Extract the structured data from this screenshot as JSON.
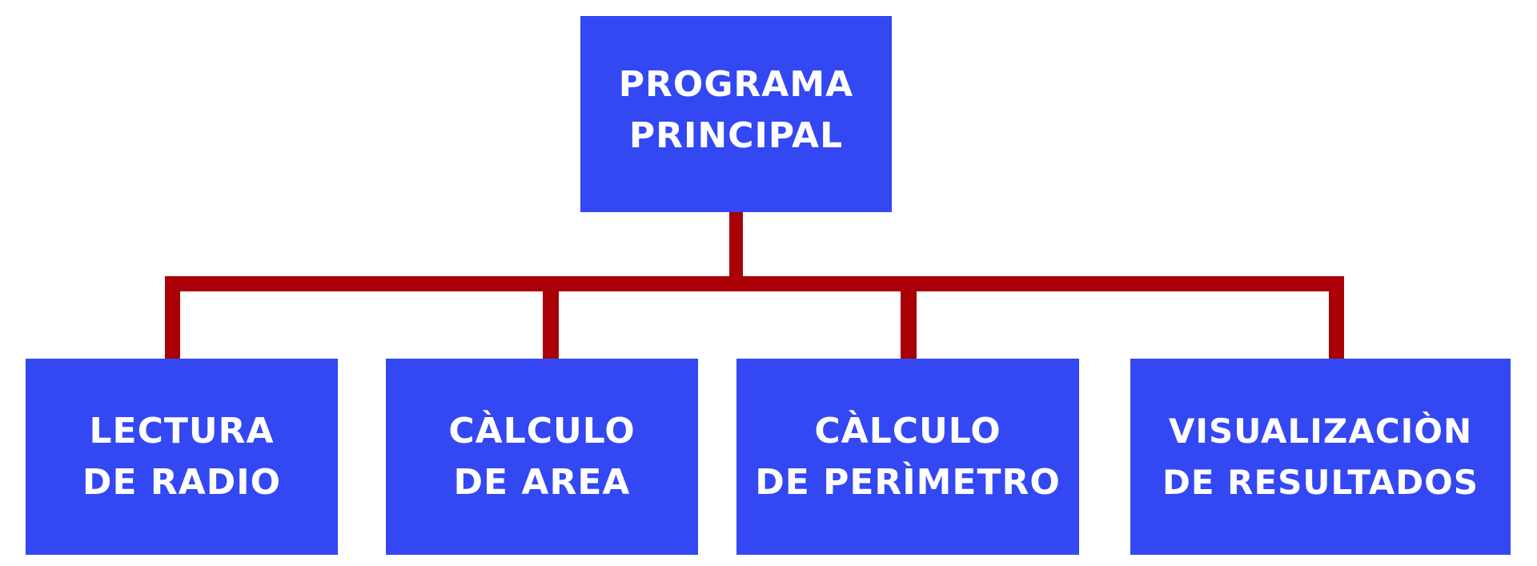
{
  "root": {
    "lines": [
      "PROGRAMA",
      "PRINCIPAL"
    ]
  },
  "children": [
    {
      "lines": [
        "LECTURA",
        "DE RADIO"
      ]
    },
    {
      "lines": [
        "CÀLCULO",
        "DE AREA"
      ]
    },
    {
      "lines": [
        "CÀLCULO",
        "DE PERÌMETRO"
      ]
    },
    {
      "lines": [
        "VISUALIZACIÒN",
        "DE RESULTADOS"
      ]
    }
  ],
  "colors": {
    "box": "#3348f2",
    "connector": "#a80006",
    "text": "#ffffff"
  }
}
